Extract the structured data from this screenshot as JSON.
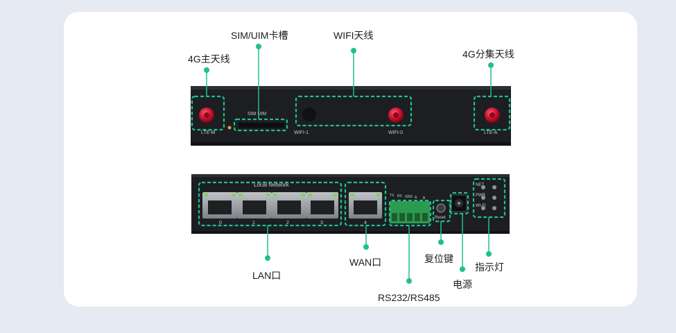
{
  "device_labels": {
    "top": {
      "sim": "SIM UIM",
      "lte_main": "LTE-M",
      "wifi1": "WIFI-1",
      "wifi0": "WIFI-0",
      "lte_aux": "LTE-A"
    },
    "bottom": {
      "local_network": "Local Network",
      "port_numbers": [
        "0",
        "1",
        "2",
        "3",
        "4"
      ],
      "reset": "Reset",
      "terminal_pins": [
        "TX",
        "RX",
        "GND",
        "A",
        "B"
      ],
      "leds": [
        "NET",
        "PWR",
        "WI-FI"
      ]
    }
  },
  "callouts": {
    "main_antenna": "4G主天线",
    "sim_slot": "SIM/UIM卡槽",
    "wifi_antenna": "WIFI天线",
    "aux_antenna": "4G分集天线",
    "lan": "LAN口",
    "wan": "WAN口",
    "serial": "RS232/RS485",
    "reset_key": "复位键",
    "power": "电源",
    "indicator": "指示灯"
  },
  "colors": {
    "accent": "#1fc08f",
    "page_bg": "#e6eaf3",
    "device": "#1c1e21",
    "antenna": "#c8102e",
    "terminal": "#2d9b4f"
  }
}
